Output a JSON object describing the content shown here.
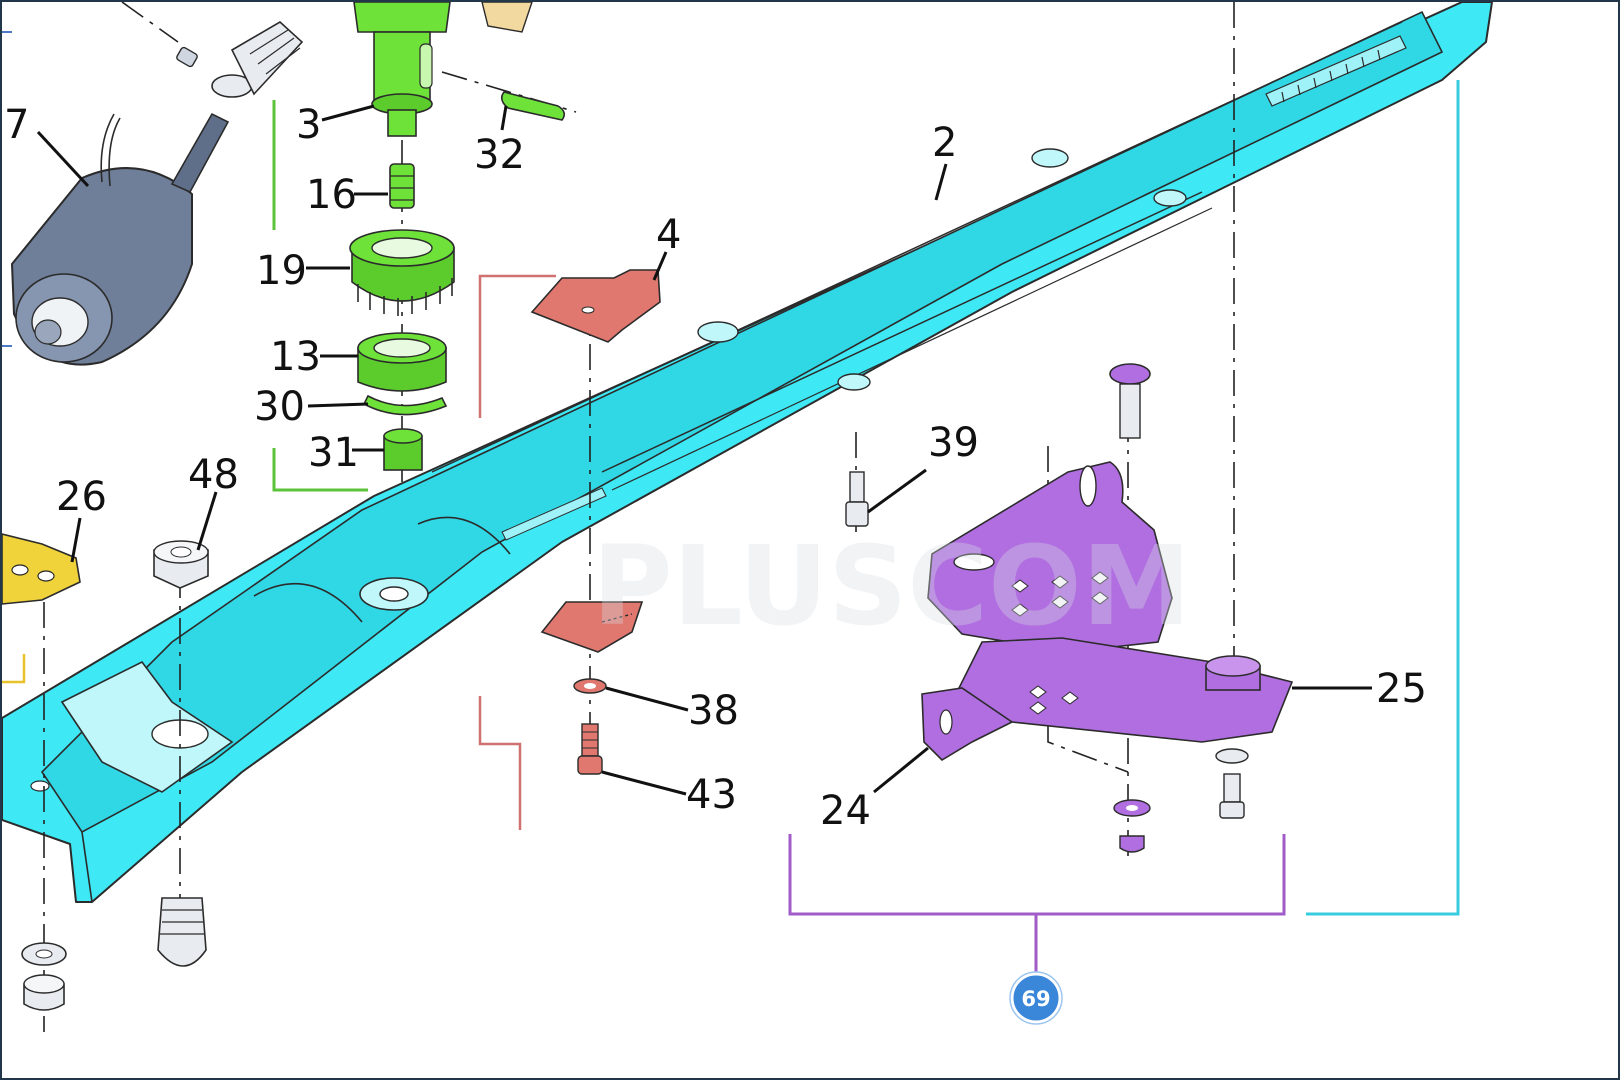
{
  "watermark": "PLUSCOM",
  "badge": {
    "number": "69",
    "color": "#3a86d8"
  },
  "colors": {
    "arm": "#3ee8f4",
    "green_group": "#6fe23a",
    "red_group": "#e07870",
    "purple_group": "#b06ee0",
    "yellow_part": "#f0d23a",
    "motor": "#6f7f9a"
  },
  "part_labels": {
    "p7": "7",
    "p3": "3",
    "p32": "32",
    "p16": "16",
    "p19": "19",
    "p13": "13",
    "p30": "30",
    "p31": "31",
    "p2": "2",
    "p4": "4",
    "p48": "48",
    "p26": "26",
    "p39": "39",
    "p38": "38",
    "p43": "43",
    "p25": "25",
    "p24": "24"
  }
}
